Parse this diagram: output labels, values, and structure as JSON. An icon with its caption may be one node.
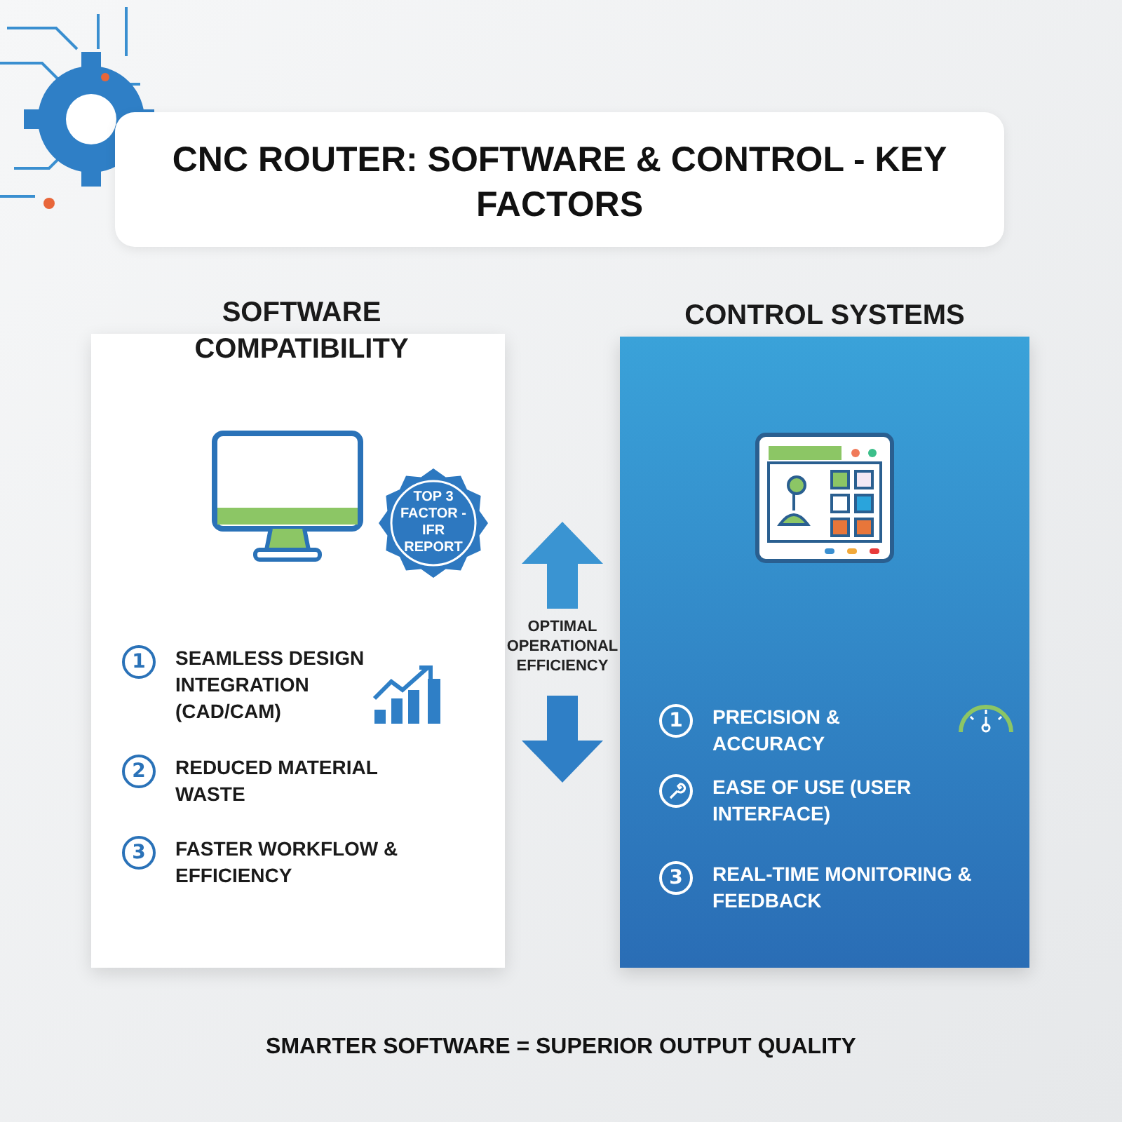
{
  "diagram": {
    "title": "CNC ROUTER: SOFTWARE & CONTROL - KEY FACTORS",
    "caption": "SMARTER SOFTWARE = SUPERIOR OUTPUT QUALITY",
    "nodes": [
      {
        "text": [
          "SOFTWARE COMPATIBILITY"
        ]
      },
      {
        "text": [
          "TOP 3 FACTOR - IFR REPORT"
        ],
        "in": 0
      },
      {
        "text": [
          "1",
          "SEAMLESS DESIGN INTEGRATION (CAD/CAM)"
        ],
        "in": 0
      },
      {
        "text": [
          "2",
          "REDUCED MATERIAL WASTE"
        ],
        "in": 0
      },
      {
        "text": [
          "3",
          "FASTER WORKFLOW & EFFICIENCY"
        ],
        "in": 0
      },
      {
        "text": [
          "OPTIMAL OPERATIONAL EFFICIENCY"
        ]
      },
      {
        "text": [
          "CONTROL SYSTEMS"
        ]
      },
      {
        "text": [
          "1",
          "PRECISION & ACCURACY"
        ],
        "in": 6
      },
      {
        "text": [
          "EASE OF USE (USER INTERFACE)"
        ],
        "in": 6
      },
      {
        "text": [
          "3",
          "REAL-TIME MONITORING & FEEDBACK"
        ],
        "in": 6
      }
    ]
  }
}
